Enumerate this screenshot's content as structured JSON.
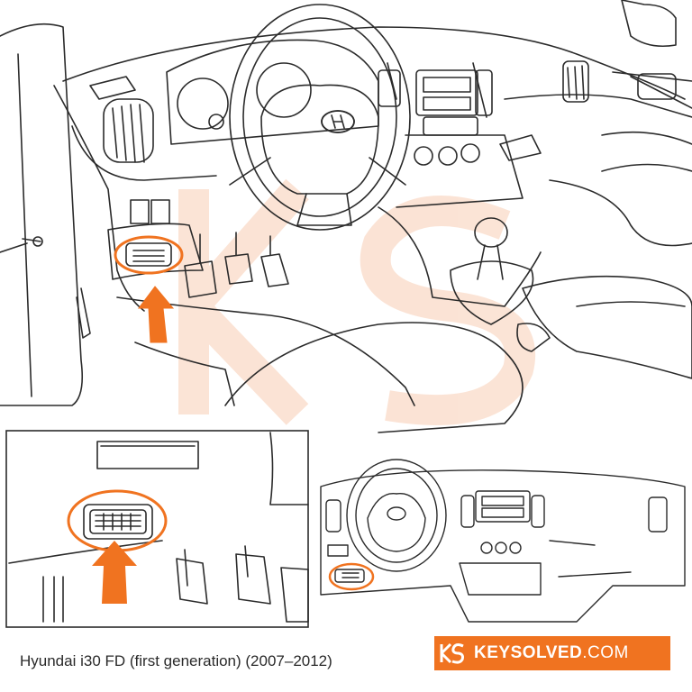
{
  "caption": "Hyundai i30 FD (first generation) (2007–2012)",
  "brand": {
    "name_bold": "KEYSOLVED",
    "name_suffix": ".COM",
    "logo_letters": "KS"
  },
  "colors": {
    "accent": "#f07320",
    "line": "#2b2b2b",
    "watermark": "#f6c9a8"
  },
  "icons": [
    "hyundai-logo-icon",
    "obd-port-icon",
    "arrow-up-icon",
    "keysolved-logo-icon"
  ]
}
